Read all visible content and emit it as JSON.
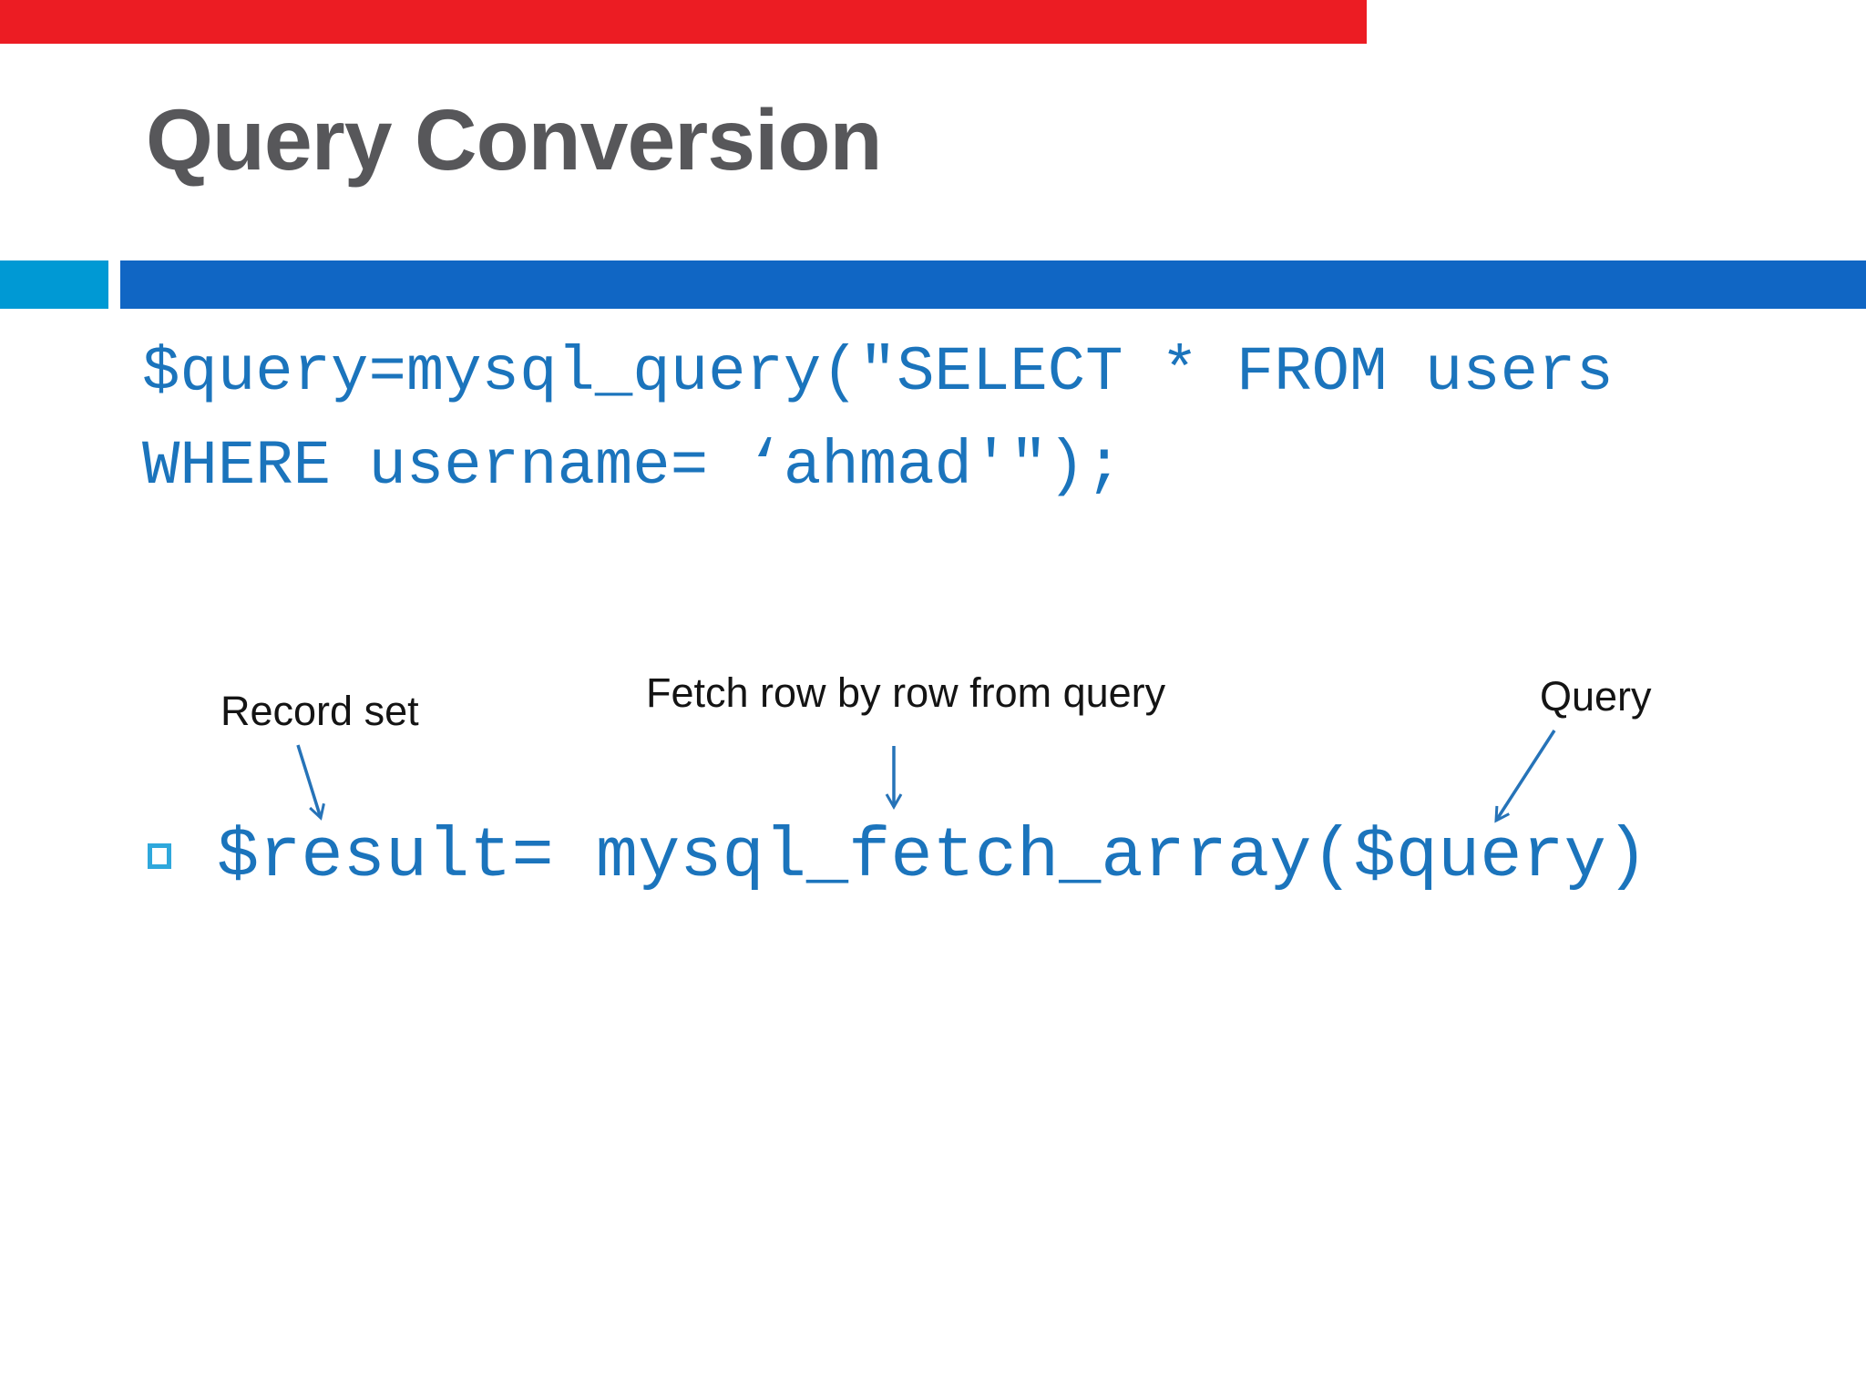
{
  "theme": {
    "colors": {
      "accent_red": "#EC1C23",
      "accent_cyan": "#0099D4",
      "accent_blue": "#1066C4",
      "code_blue": "#1B74BC",
      "arrow_blue": "#2673B8",
      "bullet_cyan": "#2FA8DC",
      "title_gray": "#57575A",
      "label_black": "#141414"
    }
  },
  "slide": {
    "title": "Query Conversion",
    "query_code": {
      "line1": "$query=mysql_query(\"SELECT * FROM users",
      "line2": "WHERE username= ‘ahmad'\");"
    },
    "annotations": {
      "record_set": {
        "label": "Record set"
      },
      "fetch_row": {
        "label": "Fetch row by row from query"
      },
      "query": {
        "label": "Query"
      }
    },
    "result_code": "$result= mysql_fetch_array($query)"
  }
}
